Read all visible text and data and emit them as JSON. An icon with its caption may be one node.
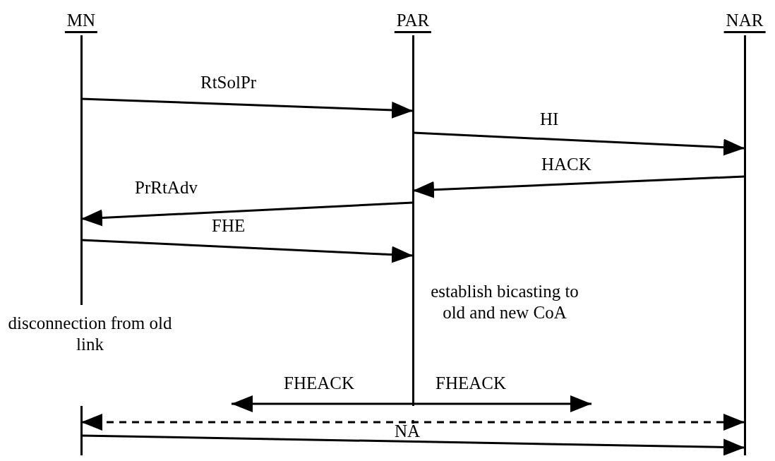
{
  "diagram": {
    "nodes": [
      {
        "text": [
          "MN"
        ]
      },
      {
        "text": [
          "PAR"
        ]
      },
      {
        "text": [
          "NAR"
        ]
      }
    ],
    "edges": [
      {
        "from": 0,
        "to": 1,
        "arrow": "to",
        "label": "RtSolPr"
      },
      {
        "from": 1,
        "to": 2,
        "arrow": "to",
        "label": "HI"
      },
      {
        "from": 2,
        "to": 1,
        "arrow": "to",
        "label": "HACK"
      },
      {
        "from": 1,
        "to": 0,
        "arrow": "to",
        "label": "PrRtAdv"
      },
      {
        "from": 0,
        "to": 1,
        "arrow": "to",
        "label": "FHE"
      },
      {
        "from": 1,
        "to": null,
        "arrow": "to",
        "label": "FHEACK"
      },
      {
        "from": 1,
        "to": null,
        "arrow": "to",
        "label": "FHEACK"
      },
      {
        "from": 0,
        "to": 2,
        "arrow": "both",
        "style": "dashed"
      },
      {
        "from": 0,
        "to": 2,
        "arrow": "to",
        "label": "NA"
      }
    ],
    "labels": [
      "establish bicasting to old and new CoA",
      "disconnection from old link"
    ]
  }
}
